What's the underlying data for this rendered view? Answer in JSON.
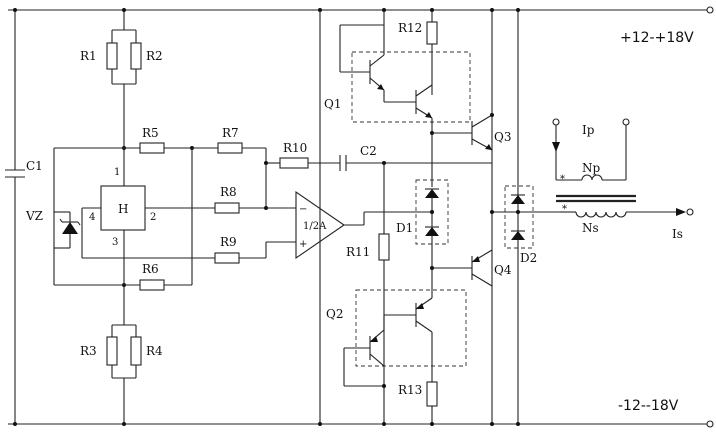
{
  "supply": {
    "positive": "+12-+18V",
    "negative": "-12--18V"
  },
  "resistors": {
    "r1": "R1",
    "r2": "R2",
    "r3": "R3",
    "r4": "R4",
    "r5": "R5",
    "r6": "R6",
    "r7": "R7",
    "r8": "R8",
    "r9": "R9",
    "r10": "R10",
    "r11": "R11",
    "r12": "R12",
    "r13": "R13"
  },
  "capacitors": {
    "c1": "C1",
    "c2": "C2"
  },
  "transistors": {
    "q1": "Q1",
    "q2": "Q2",
    "q3": "Q3",
    "q4": "Q4"
  },
  "diodes": {
    "d1": "D1",
    "d2": "D2",
    "vz": "VZ"
  },
  "hall": {
    "label": "H",
    "pin1": "1",
    "pin2": "2",
    "pin3": "3",
    "pin4": "4"
  },
  "opamp": {
    "label": "1/2A",
    "minus": "−",
    "plus": "+"
  },
  "transformer": {
    "ip": "Ip",
    "np": "Np",
    "ns": "Ns",
    "is": "Is",
    "star_primary": "*",
    "star_secondary": "*"
  }
}
